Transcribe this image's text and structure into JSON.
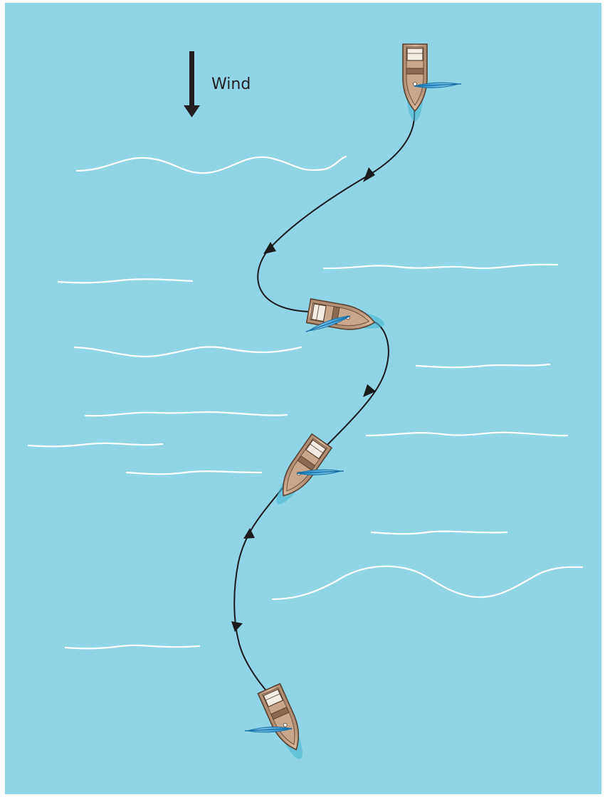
{
  "diagram": {
    "water_color": "#8fd5e6",
    "wind": {
      "label": "Wind",
      "direction": "down"
    },
    "boats": [
      {
        "name": "boat-1",
        "heading": "downwind",
        "sail_side": "starboard"
      },
      {
        "name": "boat-2",
        "heading": "broad-reach-right",
        "sail_side": "port"
      },
      {
        "name": "boat-3",
        "heading": "broad-reach-left",
        "sail_side": "starboard"
      },
      {
        "name": "boat-4",
        "heading": "broad-reach-right",
        "sail_side": "port"
      }
    ],
    "hull_color": "#c9a78c",
    "sail_color": "#3fa9dc",
    "arrow_color": "#1b1b1b"
  }
}
